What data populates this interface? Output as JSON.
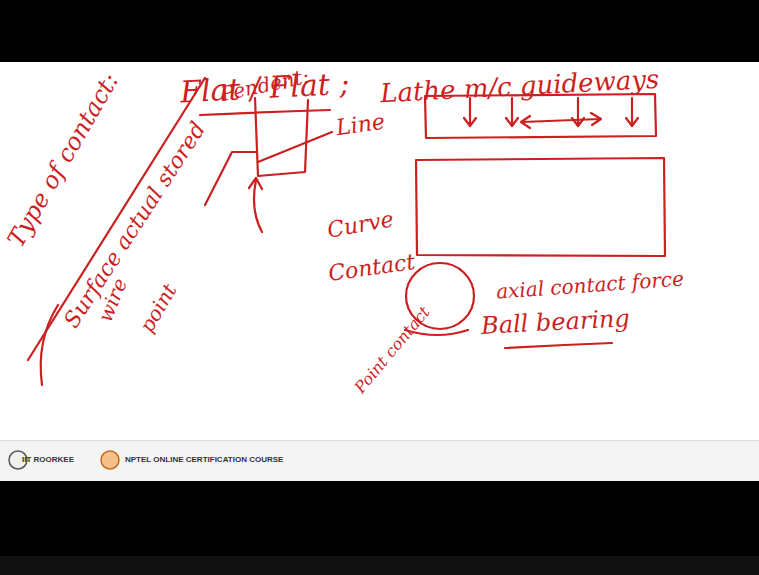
{
  "diagram": {
    "labels": [
      "Type of contact:",
      "Surface actual stored",
      "Pendent:",
      "Flat / Flat ;",
      "Lathe m/c guideways",
      "Line",
      "wire",
      "point",
      "Curve",
      "Contact",
      "Point contact",
      "axial contact force",
      "Ball bearing",
      "IIT ROORKEE",
      "NPTEL ONLINE CERTIFICATION COURSE"
    ]
  }
}
